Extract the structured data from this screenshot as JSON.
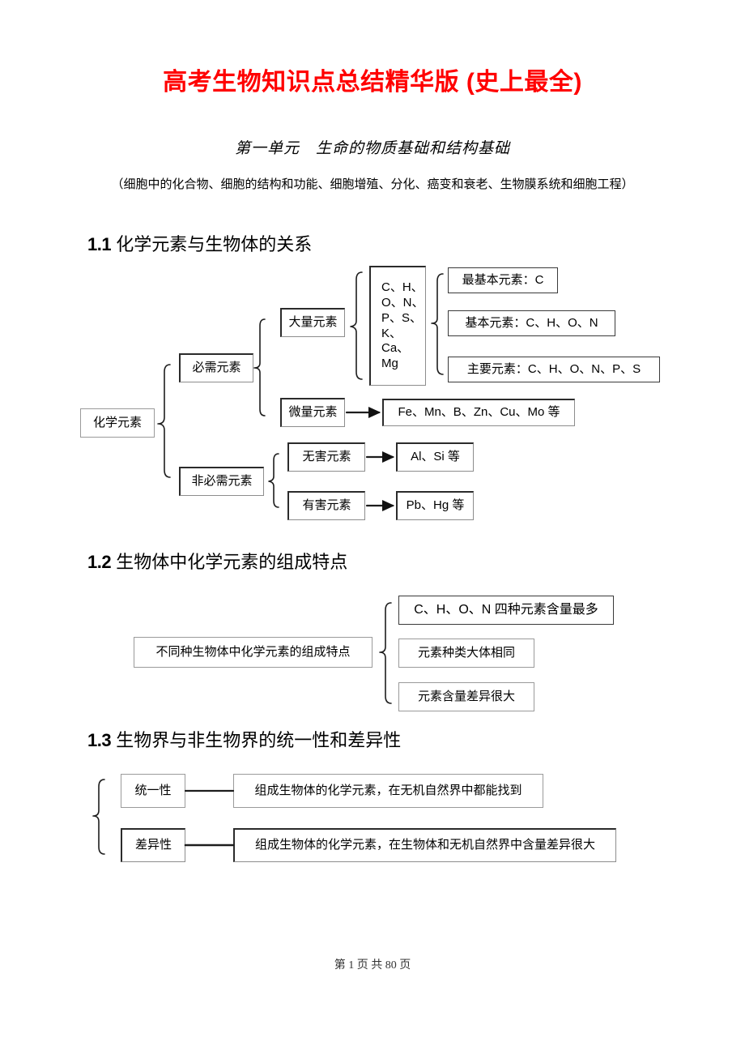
{
  "document": {
    "title": "高考生物知识点总结精华版 (史上最全)",
    "title_color": "#ff0000",
    "unit_title": "第一单元　生命的物质基础和结构基础",
    "unit_subtitle": "（细胞中的化合物、细胞的结构和功能、细胞增殖、分化、癌变和衰老、生物膜系统和细胞工程）",
    "footer": "第 1 页 共 80 页"
  },
  "sections": [
    {
      "number": "1.1",
      "title": "化学元素与生物体的关系",
      "diagram": {
        "root": "化学元素",
        "level1": [
          "必需元素",
          "非必需元素"
        ],
        "necessary_children": [
          "大量元素",
          "微量元素"
        ],
        "macro_elements": [
          "C、H、",
          "O、N、",
          "P、S、",
          "K、Ca、",
          "Mg"
        ],
        "macro_detail": [
          "最基本元素：C",
          "基本元素：C、H、O、N",
          "主要元素：C、H、O、N、P、S"
        ],
        "trace_detail": "Fe、Mn、B、Zn、Cu、Mo 等",
        "unnecessary_children": [
          "无害元素",
          "有害元素"
        ],
        "harmless_detail": "Al、Si 等",
        "harmful_detail": "Pb、Hg 等"
      }
    },
    {
      "number": "1.2",
      "title": "生物体中化学元素的组成特点",
      "diagram": {
        "root": "不同种生物体中化学元素的组成特点",
        "items": [
          "C、H、O、N 四种元素含量最多",
          "元素种类大体相同",
          "元素含量差异很大"
        ]
      }
    },
    {
      "number": "1.3",
      "title": "生物界与非生物界的统一性和差异性",
      "diagram": {
        "rows": [
          {
            "label": "统一性",
            "detail": "组成生物体的化学元素，在无机自然界中都能找到"
          },
          {
            "label": "差异性",
            "detail": "组成生物体的化学元素，在生物体和无机自然界中含量差异很大"
          }
        ]
      }
    }
  ]
}
